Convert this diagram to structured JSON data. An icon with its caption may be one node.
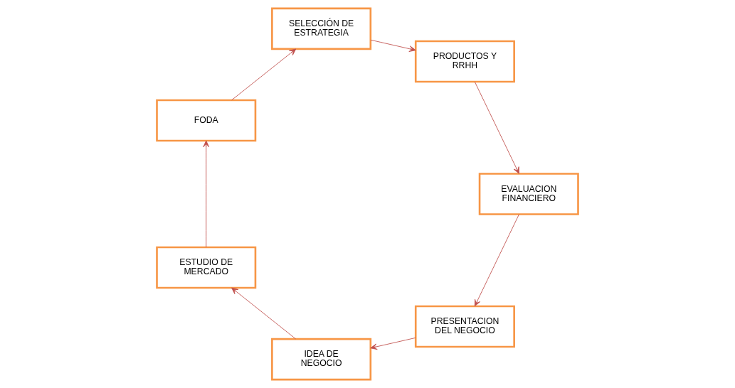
{
  "diagram": {
    "nodes": [
      {
        "text": [
          "PRESENTACION DEL NEGOCIO"
        ]
      },
      {
        "text": [
          "IDEA DE NEGOCIO"
        ]
      },
      {
        "text": [
          "ESTUDIO DE MERCADO"
        ]
      },
      {
        "text": [
          "FODA"
        ]
      },
      {
        "text": [
          "SELECCIÓN DE ESTRATEGIA"
        ]
      },
      {
        "text": [
          "PRODUCTOS Y RRHH"
        ]
      },
      {
        "text": [
          "EVALUACION FINANCIERO"
        ]
      }
    ],
    "edges": [
      {
        "from": 0,
        "to": 1,
        "arrow": "to"
      },
      {
        "from": 1,
        "to": 2,
        "arrow": "to"
      },
      {
        "from": 2,
        "to": 3,
        "arrow": "to"
      },
      {
        "from": 3,
        "to": 4,
        "arrow": "to"
      },
      {
        "from": 4,
        "to": 5,
        "arrow": "to"
      },
      {
        "from": 5,
        "to": 6,
        "arrow": "to"
      },
      {
        "from": 6,
        "to": 0,
        "arrow": "to"
      }
    ]
  }
}
